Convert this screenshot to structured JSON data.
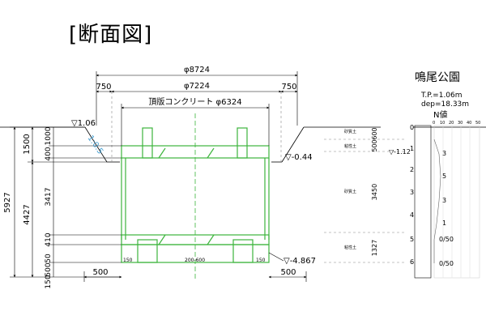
{
  "title": "[断面図]",
  "dimensions": {
    "overall_diameter": "φ8724",
    "inner_diameter": "φ7224",
    "left_margin": "750",
    "right_margin": "750",
    "slab_label": "頂版コンクリート φ6324",
    "height_total": "5927",
    "height_upper": "1500",
    "height_lower": "4427",
    "seg_400": "400",
    "seg_1000": "1000",
    "seg_3417": "3417",
    "seg_410": "410",
    "seg_50": "50",
    "seg_500_v": "500",
    "seg_150": "150",
    "bottom_left_500": "500",
    "bottom_right_500": "500"
  },
  "levels": {
    "top_left": "▽1.06",
    "slope": "1:0.5",
    "water": "▽-0.44",
    "bottom": "▽-4.867"
  },
  "internal_labels": {
    "left_small": "150",
    "center_small": "200-600",
    "right_small": "150"
  },
  "boring": {
    "site_name": "鳴尾公園",
    "tp": "T.P.=1.06m",
    "dep": "dep=18.33m",
    "n_value_label": "N値",
    "n_scale": [
      "0",
      "10",
      "20",
      "30",
      "40",
      "50"
    ],
    "depth_ticks": [
      "0",
      "1",
      "2",
      "3",
      "4",
      "5",
      "6"
    ],
    "groundwater": "▽-1.12",
    "layers": [
      {
        "name": "砂質土",
        "thickness": "600"
      },
      {
        "name": "粘性土",
        "thickness": "500"
      },
      {
        "name": "砂質土",
        "thickness": "3450"
      },
      {
        "name": "粘性土",
        "thickness": "1327"
      }
    ],
    "n_values": [
      "3",
      "5",
      "3",
      "1",
      "0/50",
      "0/50"
    ]
  },
  "colors": {
    "structure": "#3cb43c",
    "lines": "#000000",
    "slope": "#46a0d2",
    "dashed": "#888888"
  }
}
